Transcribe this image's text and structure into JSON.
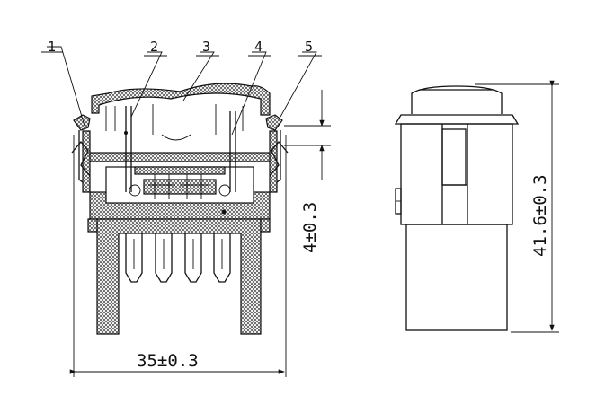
{
  "callouts": [
    "1",
    "2",
    "3",
    "4",
    "5"
  ],
  "dimensions": {
    "width": "35±0.3",
    "height": "41.6±0.3",
    "offset": "4±0.3"
  }
}
